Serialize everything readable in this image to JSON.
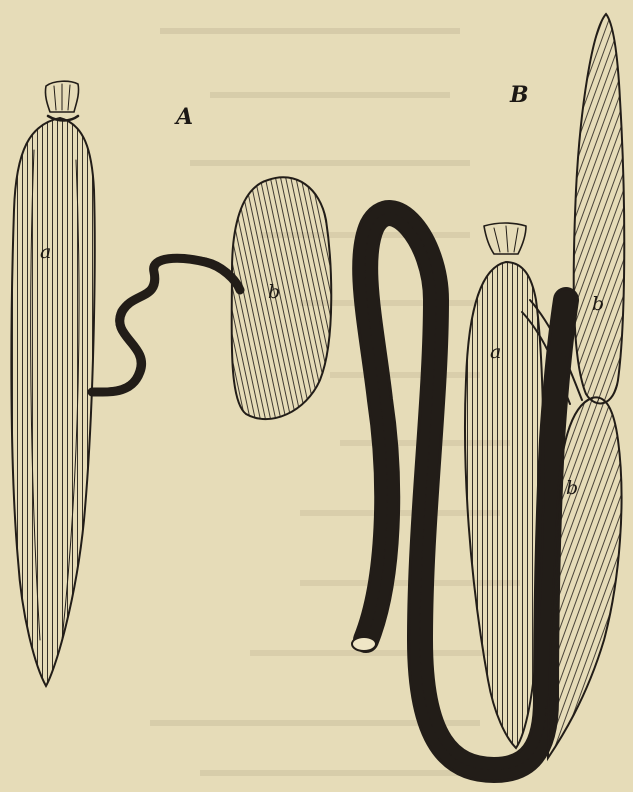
{
  "figure": {
    "figure_a_label": "A",
    "figure_b_label": "B",
    "labels": {
      "a_left": "a",
      "b_left": "b",
      "a_right": "a",
      "b_right_upper": "b",
      "b_right_lower": "b"
    }
  },
  "colors": {
    "paper": "#e6dcb8",
    "ink": "#221d18",
    "bleed_through": "#8d8570"
  }
}
